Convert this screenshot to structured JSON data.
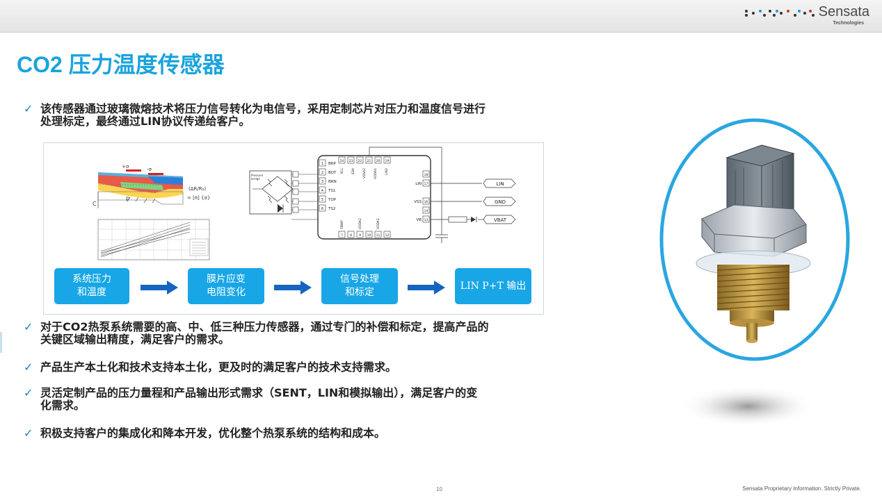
{
  "header": {
    "logo_name": "Sensata",
    "logo_sub": "Technologies"
  },
  "title": "CO2 压力温度传感器",
  "bullets": [
    {
      "line1": "该传感器通过玻璃微熔技术将压力信号转化为电信号，采用定制芯片对压力和温度信号进行",
      "line2": "处理标定，最终通过LIN协议传递给客户。"
    },
    {
      "line1": "对于CO2热泵系统需要的高、中、低三种压力传感器，通过专门的补偿和标定，提高产品的",
      "line2": "关键区域输出精度，满足客户的需求。"
    },
    {
      "line1": "产品生产本土化和技术支持本土化，更及时的满足客户的技术支持需求。",
      "line2": ""
    },
    {
      "line1": "灵活定制产品的压力量程和产品输出形式需求（SENT，LIN和模拟输出），满足客户的变",
      "line2": "化需求。"
    },
    {
      "line1": "积极支持客户的集成化和降本开发，优化整个热泵系统的结构和成本。",
      "line2": ""
    }
  ],
  "check_mark": "✓",
  "flow": [
    {
      "line1": "系统压力",
      "line2": "和温度"
    },
    {
      "line1": "膜片应变",
      "line2": "电阻变化"
    },
    {
      "line1": "信号处理",
      "line2": "和标定"
    },
    {
      "line1": "LIN P+T 输出",
      "line2": ""
    }
  ],
  "membrane": {
    "plus_sigma": "+σ",
    "minus_sigma": "-σ",
    "p": "p",
    "cl": "C",
    "formula1": "(ΔR/R₀)",
    "formula2": "= [π] {σ}"
  },
  "chip": {
    "left_pins": [
      {
        "num": "1",
        "label": "BRP"
      },
      {
        "num": "2",
        "label": "BOT"
      },
      {
        "num": "3",
        "label": "BRN"
      },
      {
        "num": "4",
        "label": "TS1"
      },
      {
        "num": "5",
        "label": "TOP"
      },
      {
        "num": "6",
        "label": "TS2"
      }
    ],
    "top_pins": [
      "24",
      "23",
      "22",
      "21",
      "20",
      "19"
    ],
    "top_labels": [
      "SCL",
      "SDA",
      "VSSA2",
      "VDDA1",
      "LIN2"
    ],
    "bottom_pins": [
      "7",
      "8",
      "9",
      "10",
      "11",
      "12"
    ],
    "bottom_labels": [
      "TBWP",
      "VDDA2",
      "VDDA1"
    ],
    "right_pins": [
      {
        "num": "18",
        "label": ""
      },
      {
        "num": "17",
        "label": "LIN"
      },
      {
        "num": "16",
        "label": "VSS"
      },
      {
        "num": "14",
        "label": ""
      },
      {
        "num": "13",
        "label": "VB"
      }
    ],
    "bridge_label1": "Pressure",
    "bridge_label2": "bridge",
    "outputs": [
      "LIN",
      "GND",
      "VBAT"
    ]
  },
  "page_number": "10",
  "footer": "Sensata Proprietary Information. Strictly Private.",
  "colors": {
    "title": "#1ba3dd",
    "check": "#1b7fc4",
    "flow_box": "#18a6e6",
    "flow_arrow": "#1565c0",
    "product_ring": "#2aa6e0"
  }
}
